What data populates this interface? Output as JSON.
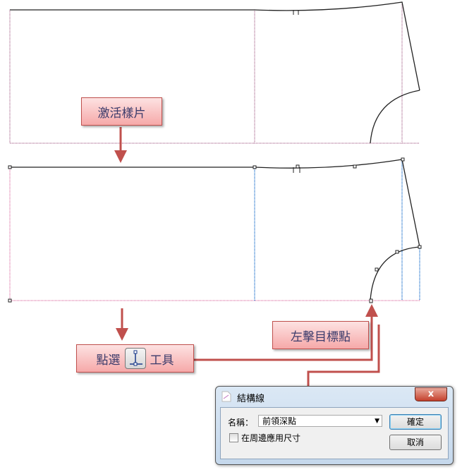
{
  "callouts": {
    "activate": "激活樣片",
    "select_prefix": "點選",
    "select_suffix": "工具",
    "click_target": "左擊目標點"
  },
  "dialog": {
    "title": "結構線",
    "close": "x",
    "name_label": "名稱：",
    "name_value": "前領深點",
    "checkbox_label": "在周邊應用尺寸",
    "ok": "確定",
    "cancel": "取消"
  },
  "colors": {
    "arrow": "#c0504d",
    "pattern_line": "#222222"
  }
}
